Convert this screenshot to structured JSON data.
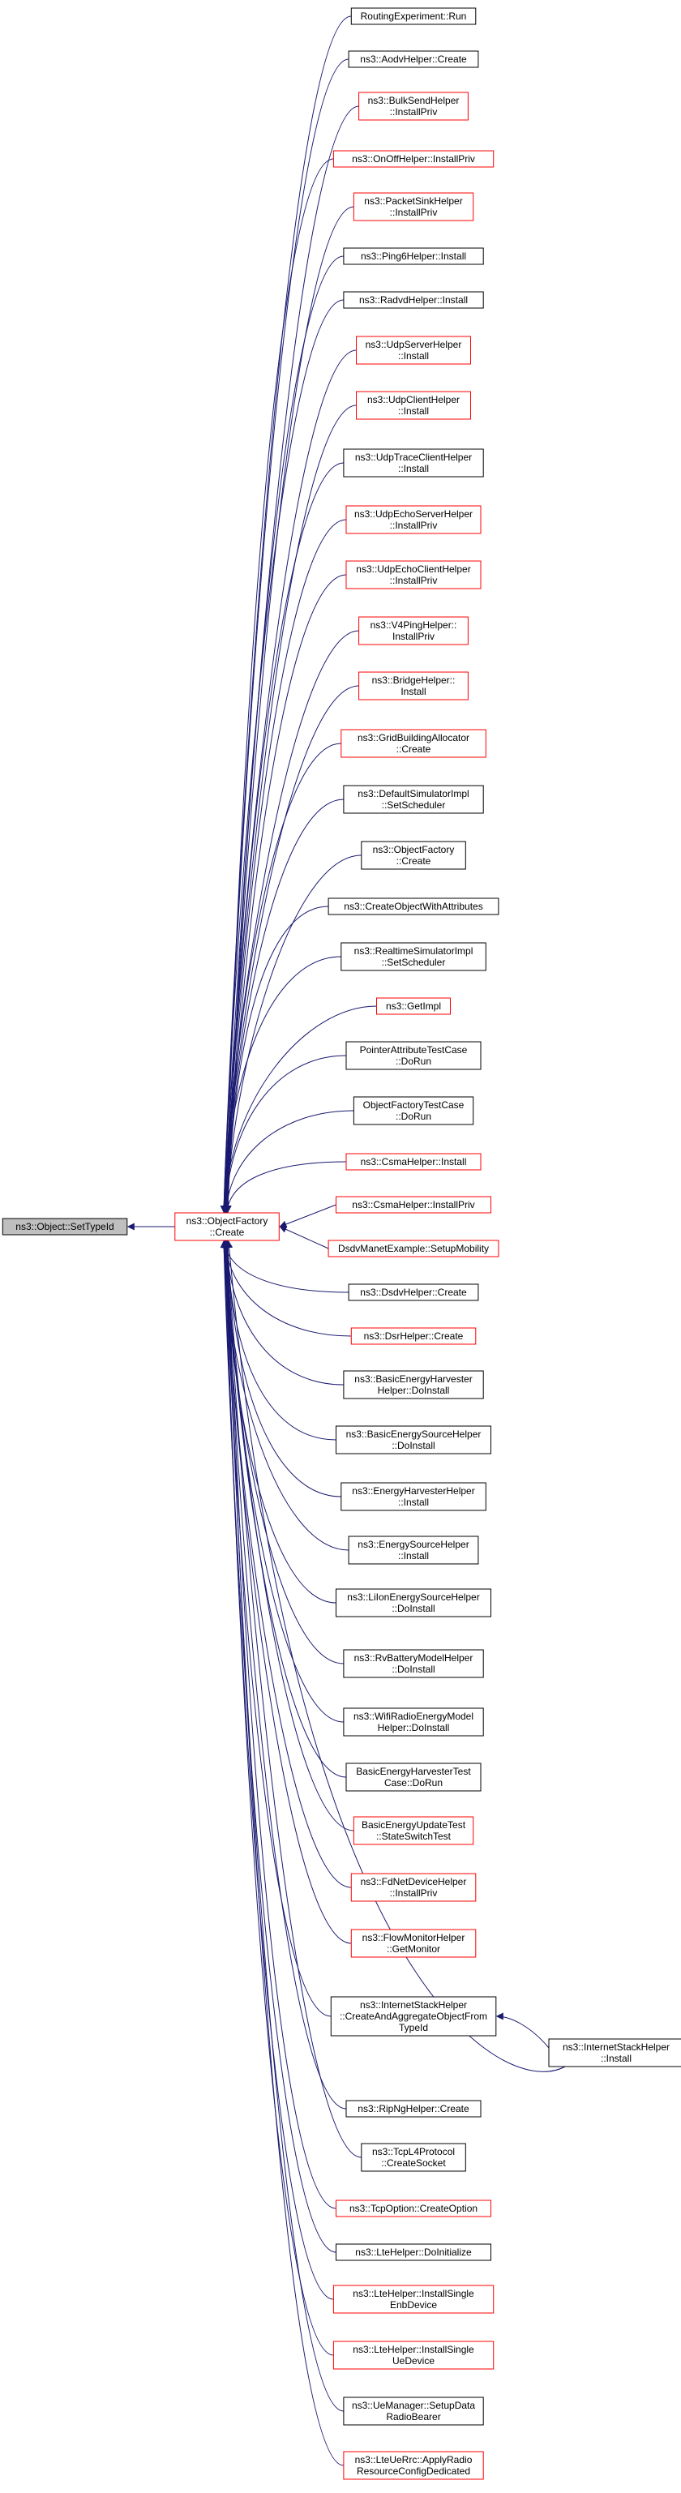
{
  "focus_node": "ns3::Object::SetTypeId",
  "hub_node": [
    "ns3::ObjectFactory",
    "::Create"
  ],
  "callers": [
    {
      "lines": [
        "RoutingExperiment::Run"
      ],
      "style": "black"
    },
    {
      "lines": [
        "ns3::AodvHelper::Create"
      ],
      "style": "black"
    },
    {
      "lines": [
        "ns3::BulkSendHelper",
        "::InstallPriv"
      ],
      "style": "red"
    },
    {
      "lines": [
        "ns3::OnOffHelper::InstallPriv"
      ],
      "style": "red"
    },
    {
      "lines": [
        "ns3::PacketSinkHelper",
        "::InstallPriv"
      ],
      "style": "red"
    },
    {
      "lines": [
        "ns3::Ping6Helper::Install"
      ],
      "style": "black"
    },
    {
      "lines": [
        "ns3::RadvdHelper::Install"
      ],
      "style": "black"
    },
    {
      "lines": [
        "ns3::UdpServerHelper",
        "::Install"
      ],
      "style": "red"
    },
    {
      "lines": [
        "ns3::UdpClientHelper",
        "::Install"
      ],
      "style": "red"
    },
    {
      "lines": [
        "ns3::UdpTraceClientHelper",
        "::Install"
      ],
      "style": "black"
    },
    {
      "lines": [
        "ns3::UdpEchoServerHelper",
        "::InstallPriv"
      ],
      "style": "red"
    },
    {
      "lines": [
        "ns3::UdpEchoClientHelper",
        "::InstallPriv"
      ],
      "style": "red"
    },
    {
      "lines": [
        "ns3::V4PingHelper::",
        "InstallPriv"
      ],
      "style": "red"
    },
    {
      "lines": [
        "ns3::BridgeHelper::",
        "Install"
      ],
      "style": "red"
    },
    {
      "lines": [
        "ns3::GridBuildingAllocator",
        "::Create"
      ],
      "style": "red"
    },
    {
      "lines": [
        "ns3::DefaultSimulatorImpl",
        "::SetScheduler"
      ],
      "style": "black"
    },
    {
      "lines": [
        "ns3::ObjectFactory",
        "::Create"
      ],
      "style": "black"
    },
    {
      "lines": [
        "ns3::CreateObjectWithAttributes"
      ],
      "style": "black"
    },
    {
      "lines": [
        "ns3::RealtimeSimulatorImpl",
        "::SetScheduler"
      ],
      "style": "black"
    },
    {
      "lines": [
        "ns3::GetImpl"
      ],
      "style": "red"
    },
    {
      "lines": [
        "PointerAttributeTestCase",
        "::DoRun"
      ],
      "style": "black"
    },
    {
      "lines": [
        "ObjectFactoryTestCase",
        "::DoRun"
      ],
      "style": "black"
    },
    {
      "lines": [
        "ns3::CsmaHelper::Install"
      ],
      "style": "red"
    },
    {
      "lines": [
        "ns3::CsmaHelper::InstallPriv"
      ],
      "style": "red"
    },
    {
      "lines": [
        "DsdvManetExample::SetupMobility"
      ],
      "style": "red"
    },
    {
      "lines": [
        "ns3::DsdvHelper::Create"
      ],
      "style": "black"
    },
    {
      "lines": [
        "ns3::DsrHelper::Create"
      ],
      "style": "red"
    },
    {
      "lines": [
        "ns3::BasicEnergyHarvester",
        "Helper::DoInstall"
      ],
      "style": "black"
    },
    {
      "lines": [
        "ns3::BasicEnergySourceHelper",
        "::DoInstall"
      ],
      "style": "black"
    },
    {
      "lines": [
        "ns3::EnergyHarvesterHelper",
        "::Install"
      ],
      "style": "black"
    },
    {
      "lines": [
        "ns3::EnergySourceHelper",
        "::Install"
      ],
      "style": "black"
    },
    {
      "lines": [
        "ns3::LiIonEnergySourceHelper",
        "::DoInstall"
      ],
      "style": "black"
    },
    {
      "lines": [
        "ns3::RvBatteryModelHelper",
        "::DoInstall"
      ],
      "style": "black"
    },
    {
      "lines": [
        "ns3::WifiRadioEnergyModel",
        "Helper::DoInstall"
      ],
      "style": "black"
    },
    {
      "lines": [
        "BasicEnergyHarvesterTest",
        "Case::DoRun"
      ],
      "style": "black"
    },
    {
      "lines": [
        "BasicEnergyUpdateTest",
        "::StateSwitchTest"
      ],
      "style": "red"
    },
    {
      "lines": [
        "ns3::FdNetDeviceHelper",
        "::InstallPriv"
      ],
      "style": "red"
    },
    {
      "lines": [
        "ns3::FlowMonitorHelper",
        "::GetMonitor"
      ],
      "style": "red"
    },
    {
      "lines": [
        "ns3::InternetStackHelper",
        "::CreateAndAggregateObjectFrom",
        "TypeId"
      ],
      "style": "black"
    },
    {
      "lines": [
        "ns3::RipNgHelper::Create"
      ],
      "style": "black"
    },
    {
      "lines": [
        "ns3::TcpL4Protocol",
        "::CreateSocket"
      ],
      "style": "black"
    },
    {
      "lines": [
        "ns3::TcpOption::CreateOption"
      ],
      "style": "red"
    },
    {
      "lines": [
        "ns3::LteHelper::DoInitialize"
      ],
      "style": "black"
    },
    {
      "lines": [
        "ns3::LteHelper::InstallSingle",
        "EnbDevice"
      ],
      "style": "red"
    },
    {
      "lines": [
        "ns3::LteHelper::InstallSingle",
        "UeDevice"
      ],
      "style": "red"
    },
    {
      "lines": [
        "ns3::UeManager::SetupData",
        "RadioBearer"
      ],
      "style": "black"
    },
    {
      "lines": [
        "ns3::LteUeRrc::ApplyRadio",
        "ResourceConfigDedicated"
      ],
      "style": "red"
    }
  ],
  "secondary_caller": {
    "lines": [
      "ns3::InternetStackHelper",
      "::Install"
    ],
    "style": "black",
    "target_index": 38
  },
  "colors": {
    "edge": "#191970",
    "border_black": "#000000",
    "border_red": "#ff0000",
    "focus_fill": "#bfbfbf"
  }
}
